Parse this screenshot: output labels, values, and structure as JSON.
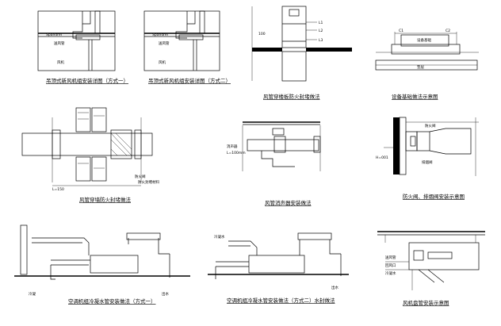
{
  "drawings": {
    "d1": {
      "caption": "吊顶式新风机组安装详图（方式一）",
      "labels": [
        "Spandrel",
        "送风管",
        "风机"
      ]
    },
    "d2": {
      "caption": "吊顶式新风机组安装详图（方式二）",
      "labels": [
        "Spandrel",
        "送风管",
        "风机"
      ]
    },
    "d3": {
      "caption": "风管穿楼板防火封堵做法",
      "labels": [
        "L1",
        "L2",
        "L3",
        "100"
      ]
    },
    "d4": {
      "caption": "设备基础做法示意图",
      "labels": [
        "C1",
        "C2",
        "设备基础",
        "垫层"
      ]
    },
    "d5": {
      "caption": "风管穿墙防火封堵做法",
      "labels": [
        "防火阀",
        "防火封堵材料",
        "L=150"
      ]
    },
    "d6": {
      "caption": "风管消声器安装做法",
      "labels": [
        "消声器",
        "L=100mm"
      ]
    },
    "d7": {
      "caption": "防火阀、排烟阀安装示意图",
      "labels": [
        "防火阀",
        "排烟阀",
        "H=001"
      ]
    },
    "d8": {
      "caption": "空调机组冷凝水管安装做法（方式一）",
      "labels": [
        "冷凝",
        "出水"
      ]
    },
    "d9": {
      "caption": "空调机组冷凝水管安装做法（方式二）水封做法",
      "labels": [
        "冷凝水",
        "出水"
      ]
    },
    "d10": {
      "caption": "风机盘管安装示意图",
      "labels": [
        "送风管",
        "回风口",
        "冷凝水"
      ]
    }
  }
}
